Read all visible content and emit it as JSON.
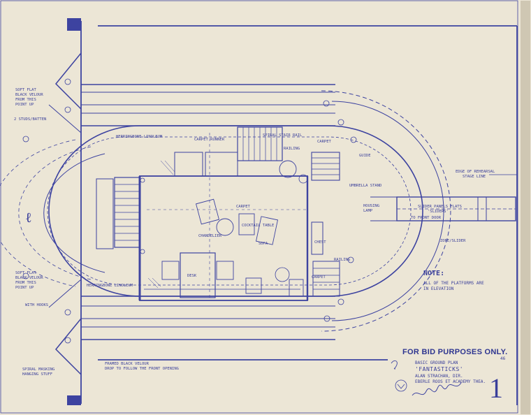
{
  "title_block": {
    "notice": "FOR BID PURPOSES ONLY.",
    "drawing_title": "BASIC GROUND PLAN",
    "production": "'FANTASTICKS'",
    "director": "ALAN STRACHAN, DIR.",
    "theatre": "EBERLE ROOS ET ACADEMY THEA.",
    "sheet_number": "1",
    "corner_mark": "46"
  },
  "notes": {
    "heading": "NOTE:",
    "line1": "ALL OF THE PLATFORMS ARE",
    "line2": "IN ELEVATION"
  },
  "labels": {
    "soft_flat_top": "SOFT FLAT",
    "black_velour_top": "BLACK VELOUR",
    "from_this_top": "FROM THIS",
    "point_up_top": "POINT UP",
    "studs_top": "2 STUDS/BATTEN",
    "soft_flat_bot": "SOFT FLAT",
    "black_velour_bot": "BLACK VELOUR",
    "from_this_bot": "FROM THIS",
    "point_up_bot": "POINT UP",
    "studs_bot": "WITH HOOKS",
    "masking": "SPIRAL MASKING",
    "hanging_stuff": "HANGING STUFF",
    "framed_velour": "FRAMED BLACK VELOUR",
    "drop_to_doors": "DROP TO FOLLOW THE FRONT OPENING",
    "herringbone_top": "HERRINGBONE LINOLEUM",
    "herringbone_bot": "HERRINGBONE LINOLEUM",
    "carpet_runner": "CARPET RUNNER",
    "spiral_stair": "SPIRAL STAIR RAIL",
    "railing": "RAILING",
    "carpet": "CARPET",
    "sofa": "SOFA",
    "chandelier": "CHANDELIER",
    "cocktail_table": "COCKTAIL TABLE",
    "desk": "DESK",
    "chest": "CHEST",
    "edge_of_rehearsal": "EDGE OF REHEARSAL",
    "stage_line": "STAGE LINE",
    "slider_label": "SLIDER PANELS FLATS",
    "sliders": "'SLIDERS'",
    "to_front_door": "TO FRONT DOOR",
    "zone_sliders": "ZONE/SLIDER",
    "guide": "GUIDE",
    "umbrella_stand": "UMBRELLA STAND",
    "housing": "HOUSING",
    "lamp": "LAMP"
  }
}
